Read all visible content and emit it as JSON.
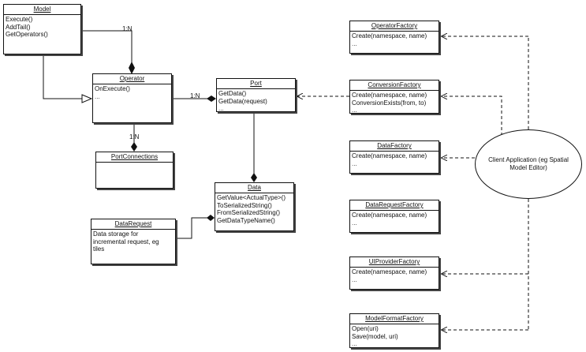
{
  "classes": {
    "model": {
      "name": "Model",
      "methods": [
        "Execute()",
        "AddTail()",
        "GetOperators()"
      ]
    },
    "operator": {
      "name": "Operator",
      "methods": [
        "OnExecute()",
        "..."
      ]
    },
    "port_connections": {
      "name": "PortConnections"
    },
    "port": {
      "name": "Port",
      "methods": [
        "GetData()",
        "GetData(request)",
        "..."
      ]
    },
    "data": {
      "name": "Data",
      "methods": [
        "GetValue<ActualType>()",
        "ToSerializedString()",
        "FromSerializedString()",
        "GetDataTypeName()"
      ]
    },
    "data_request": {
      "name": "DataRequest",
      "description": [
        "Data storage for",
        "incremental request, eg",
        "tiles"
      ]
    },
    "operator_factory": {
      "name": "OperatorFactory",
      "methods": [
        "Create(namespace, name)",
        "..."
      ]
    },
    "conversion_factory": {
      "name": "ConversionFactory",
      "methods": [
        "Create(namespace, name)",
        "ConversionExists(from, to)",
        "..."
      ]
    },
    "data_factory": {
      "name": "DataFactory",
      "methods": [
        "Create(namespace, name)",
        "..."
      ]
    },
    "data_request_factory": {
      "name": "DataRequestFactory",
      "methods": [
        "Create(namespace, name)",
        "..."
      ]
    },
    "ui_provider_factory": {
      "name": "UIProviderFactory",
      "methods": [
        "Create(namespace, name)",
        "..."
      ]
    },
    "model_format_factory": {
      "name": "ModelFormatFactory",
      "methods": [
        "Open(uri)",
        "Save(model, uri)",
        "..."
      ]
    }
  },
  "client": {
    "label": "Client Application (eg Spatial Model Editor)"
  },
  "multiplicities": {
    "model_operator": "1:N",
    "operator_port": "1:N",
    "operator_portconnections": "1:N"
  }
}
